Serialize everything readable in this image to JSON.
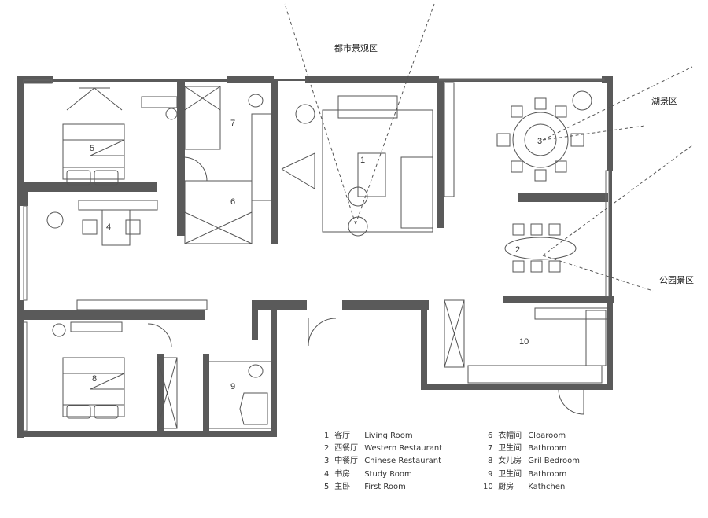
{
  "views": {
    "city": "都市景观区",
    "lake": "湖景区",
    "park": "公园景区"
  },
  "rooms": [
    {
      "n": "1",
      "zh": "客厅",
      "en": "Living Room"
    },
    {
      "n": "2",
      "zh": "西餐厅",
      "en": "Western Restaurant"
    },
    {
      "n": "3",
      "zh": "中餐厅",
      "en": "Chinese  Restaurant"
    },
    {
      "n": "4",
      "zh": "书房",
      "en": "Study Room"
    },
    {
      "n": "5",
      "zh": "主卧",
      "en": "First  Room"
    },
    {
      "n": "6",
      "zh": "衣帽间",
      "en": "Cloaroom"
    },
    {
      "n": "7",
      "zh": "卫生间",
      "en": "Bathroom"
    },
    {
      "n": "8",
      "zh": "女儿房",
      "en": "Gril Bedroom"
    },
    {
      "n": "9",
      "zh": "卫生间",
      "en": "Bathroom"
    },
    {
      "n": "10",
      "zh": "厨房",
      "en": "Kathchen"
    }
  ],
  "colors": {
    "wall": "#555555",
    "line": "#444444",
    "dash": "#555555"
  }
}
